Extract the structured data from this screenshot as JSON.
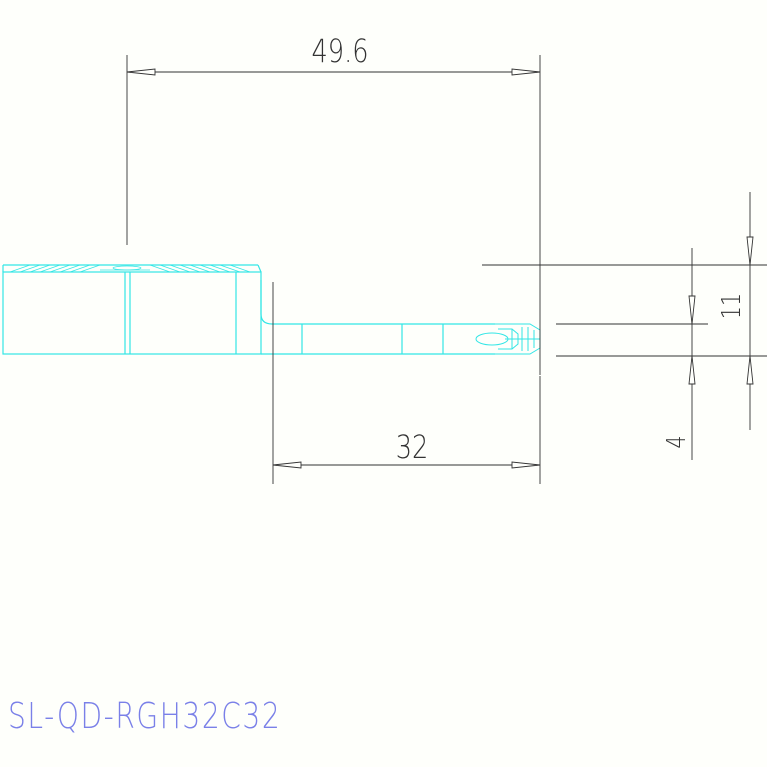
{
  "dimensions": {
    "overall_length": "49.6",
    "arm_length": "32",
    "height_total": "11",
    "height_arm": "4"
  },
  "part_code": "SL-QD-RGH32C32",
  "colors": {
    "background": "#fefffb",
    "dimension_lines": "#333333",
    "part_outline": "#33e6e6",
    "part_code_text": "#7a80e8"
  }
}
